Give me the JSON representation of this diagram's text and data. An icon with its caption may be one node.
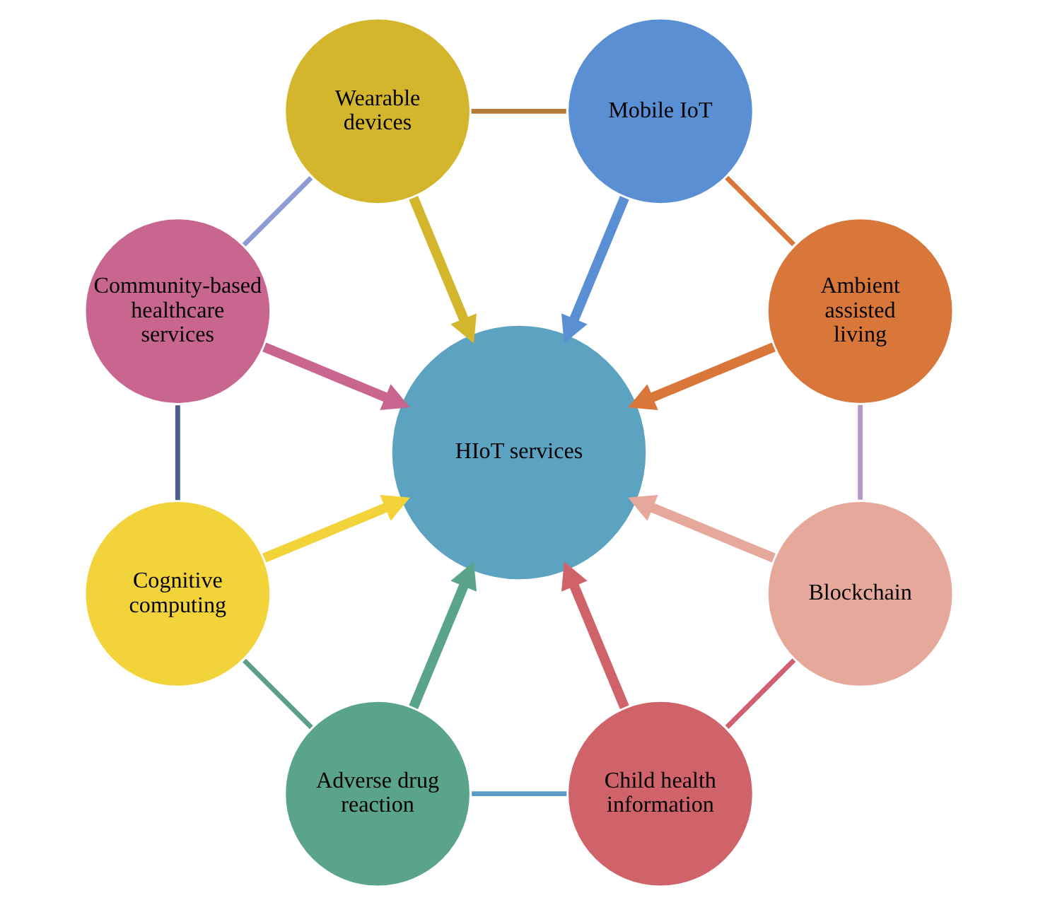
{
  "diagram": {
    "nodes": [
      {
        "text": [
          "HIoT services"
        ]
      },
      {
        "text": [
          "Ambient assisted living"
        ]
      },
      {
        "text": [
          "Mobile IoT"
        ]
      },
      {
        "text": [
          "Wearable devices"
        ]
      },
      {
        "text": [
          "Community-based healthcare services"
        ]
      },
      {
        "text": [
          "Cognitive computing"
        ]
      },
      {
        "text": [
          "Adverse drug reaction"
        ]
      },
      {
        "text": [
          "Child health information"
        ]
      },
      {
        "text": [
          "Blockchain"
        ]
      }
    ],
    "edges": [
      {
        "from": 1,
        "to": 0,
        "arrow": "to",
        "style": "thick",
        "color": "#d9773a"
      },
      {
        "from": 2,
        "to": 0,
        "arrow": "to",
        "style": "thick",
        "color": "#5b8fd4"
      },
      {
        "from": 3,
        "to": 0,
        "arrow": "to",
        "style": "thick",
        "color": "#d4b62c"
      },
      {
        "from": 4,
        "to": 0,
        "arrow": "to",
        "style": "thick",
        "color": "#c8668f"
      },
      {
        "from": 5,
        "to": 0,
        "arrow": "to",
        "style": "thick",
        "color": "#f2d43a"
      },
      {
        "from": 6,
        "to": 0,
        "arrow": "to",
        "style": "thick",
        "color": "#5aa58a"
      },
      {
        "from": 7,
        "to": 0,
        "arrow": "to",
        "style": "thick",
        "color": "#d0636a"
      },
      {
        "from": 8,
        "to": 0,
        "arrow": "to",
        "style": "thick",
        "color": "#e6a89a"
      },
      {
        "from": 1,
        "to": 2,
        "arrow": "none",
        "color": "#d9773a"
      },
      {
        "from": 2,
        "to": 3,
        "arrow": "none",
        "color": "#b87a3a"
      },
      {
        "from": 3,
        "to": 4,
        "arrow": "none",
        "color": "#8e9bd6"
      },
      {
        "from": 4,
        "to": 5,
        "arrow": "none",
        "color": "#4a5f8a"
      },
      {
        "from": 5,
        "to": 6,
        "arrow": "none",
        "color": "#5aa08a"
      },
      {
        "from": 6,
        "to": 7,
        "arrow": "none",
        "color": "#5b9bc8"
      },
      {
        "from": 7,
        "to": 8,
        "arrow": "none",
        "color": "#d06070"
      },
      {
        "from": 8,
        "to": 1,
        "arrow": "none",
        "color": "#b49ac8"
      }
    ]
  }
}
